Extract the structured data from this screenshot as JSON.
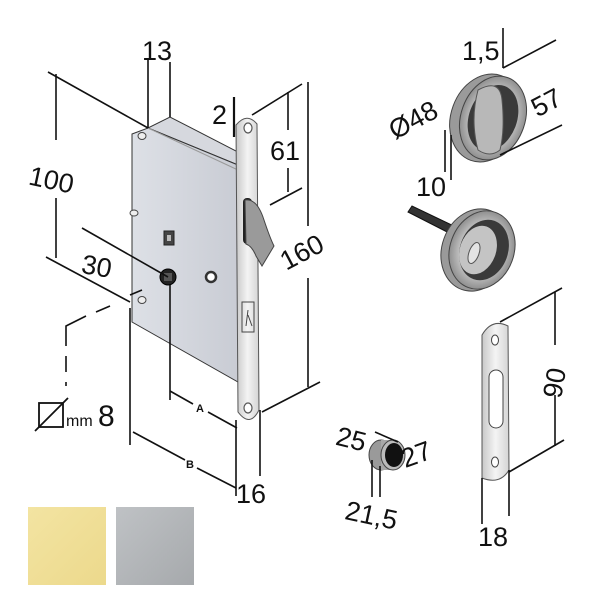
{
  "diagram": {
    "subject": "Sliding door hook lock kit — technical drawing",
    "components": [
      {
        "id": "lock-body",
        "label": "Lock body with hook latch"
      },
      {
        "id": "flush-pull-outer",
        "label": "Round flush pull with privacy turn (outer)"
      },
      {
        "id": "flush-pull-inner",
        "label": "Round flush pull with spindle and indicator"
      },
      {
        "id": "strike-plate",
        "label": "Strike plate"
      },
      {
        "id": "edge-pull",
        "label": "Edge finger pull"
      }
    ],
    "dimensions": {
      "lock_depth": "13",
      "lock_height": "100",
      "backset": "30",
      "faceplate_thickness": "2",
      "hook_offset": "61",
      "faceplate_height": "160",
      "faceplate_width": "16",
      "spindle_square_prefix": "mm",
      "spindle_square": "8",
      "label_a": "A",
      "label_b": "B",
      "pull_thickness": "1,5",
      "pull_inner_diameter": "Ø48",
      "pull_outer_diameter": "57",
      "pull_depth": "10",
      "edge_pull_depth": "25",
      "edge_pull_diameter": "27",
      "edge_pull_inner": "21,5",
      "strike_height": "90",
      "strike_width": "18"
    },
    "finishes": [
      {
        "name": "gold",
        "color": "#f0e09a"
      },
      {
        "name": "satin-chrome",
        "color": "#b4b7ba"
      }
    ]
  }
}
